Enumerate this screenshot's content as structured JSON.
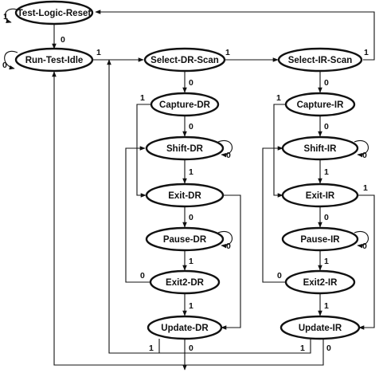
{
  "states": {
    "tlr": "Test-Logic-Reset",
    "rti": "Run-Test-Idle",
    "sdr": "Select-DR-Scan",
    "sir": "Select-IR-Scan",
    "cdr": "Capture-DR",
    "shdr": "Shift-DR",
    "e1dr": "Exit-DR",
    "pdr": "Pause-DR",
    "e2dr": "Exit2-DR",
    "udr": "Update-DR",
    "cir": "Capture-IR",
    "shir": "Shift-IR",
    "e1ir": "Exit-IR",
    "pir": "Pause-IR",
    "e2ir": "Exit2-IR",
    "uir": "Update-IR"
  },
  "transition_labels": {
    "tlr_self": "1",
    "tlr_to_rti": "0",
    "rti_self": "0",
    "rti_to_sdr": "1",
    "sdr_to_sir": "1",
    "sir_to_tlr": "1",
    "sdr_to_cdr": "0",
    "cdr_to_e1dr": "1",
    "cdr_to_shdr": "0",
    "shdr_self": "0",
    "shdr_to_e1dr": "1",
    "e1dr_to_pdr": "0",
    "pdr_self": "0",
    "pdr_to_e2dr": "1",
    "e2dr_to_shdr": "0",
    "e2dr_to_udr": "1",
    "udr_to_sdr": "1",
    "udr_to_rti": "0",
    "sir_to_cir": "0",
    "cir_to_e1ir": "1",
    "cir_to_shir": "0",
    "shir_self": "0",
    "shir_to_e1ir": "1",
    "e1ir_to_uir": "1",
    "e1ir_to_pir": "0",
    "pir_self": "0",
    "pir_to_e2ir": "1",
    "e2ir_to_shir": "0",
    "e2ir_to_uir": "1",
    "uir_to_sdr": "1",
    "uir_to_rti": "0"
  }
}
